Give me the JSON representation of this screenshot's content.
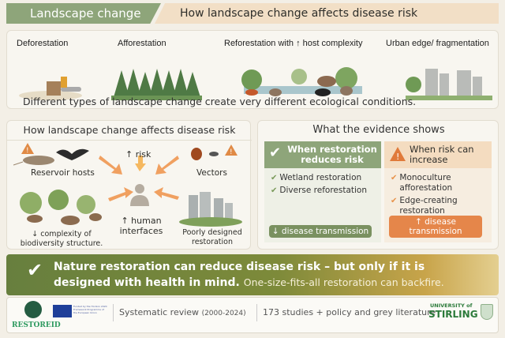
{
  "header": {
    "tab_label": "Landscape change",
    "title": "How landscape change affects disease risk"
  },
  "landscape": {
    "types": [
      "Deforestation",
      "Afforestation",
      "Reforestation with ↑ host complexity",
      "Urban edge/ fragmentation"
    ],
    "caption": "Different types of landscape change  create very different ecological conditions."
  },
  "mechanisms": {
    "title": "How landscape change affects disease risk",
    "reservoir": "Reservoir hosts",
    "risk": "↑ risk",
    "vectors": "Vectors",
    "human": "↑ human interfaces",
    "biodiversity": "↓ complexity of biodiversity structure.",
    "poor": "Poorly designed restoration"
  },
  "evidence": {
    "title": "What the evidence shows",
    "reduce": {
      "head": "When restoration reduces risk",
      "items": [
        "Wetland restoration",
        "Diverse reforestation"
      ],
      "pill": "↓ disease transmission"
    },
    "increase": {
      "head": "When risk can increase",
      "items": [
        "Monoculture afforestation",
        "Edge-creating restoration"
      ],
      "pill": "↑ disease transmission"
    }
  },
  "banner": {
    "main": "Nature restoration can reduce disease risk – but only if it is designed with health in mind.",
    "sub": "One-size-fits-all restoration can backfire."
  },
  "footer": {
    "logo": "RESTOREID",
    "eu_text": "Funded by the Horizon 2020 Framework Programme of the European Union",
    "review": "Systematic review",
    "years": "(2000-2024)",
    "studies": "173 studies + policy and grey literature",
    "uni_top": "UNIVERSITY of",
    "uni_name": "STIRLING"
  },
  "colors": {
    "green": "#8ea57a",
    "orange": "#e8884a",
    "beige": "#f2dfc6"
  }
}
